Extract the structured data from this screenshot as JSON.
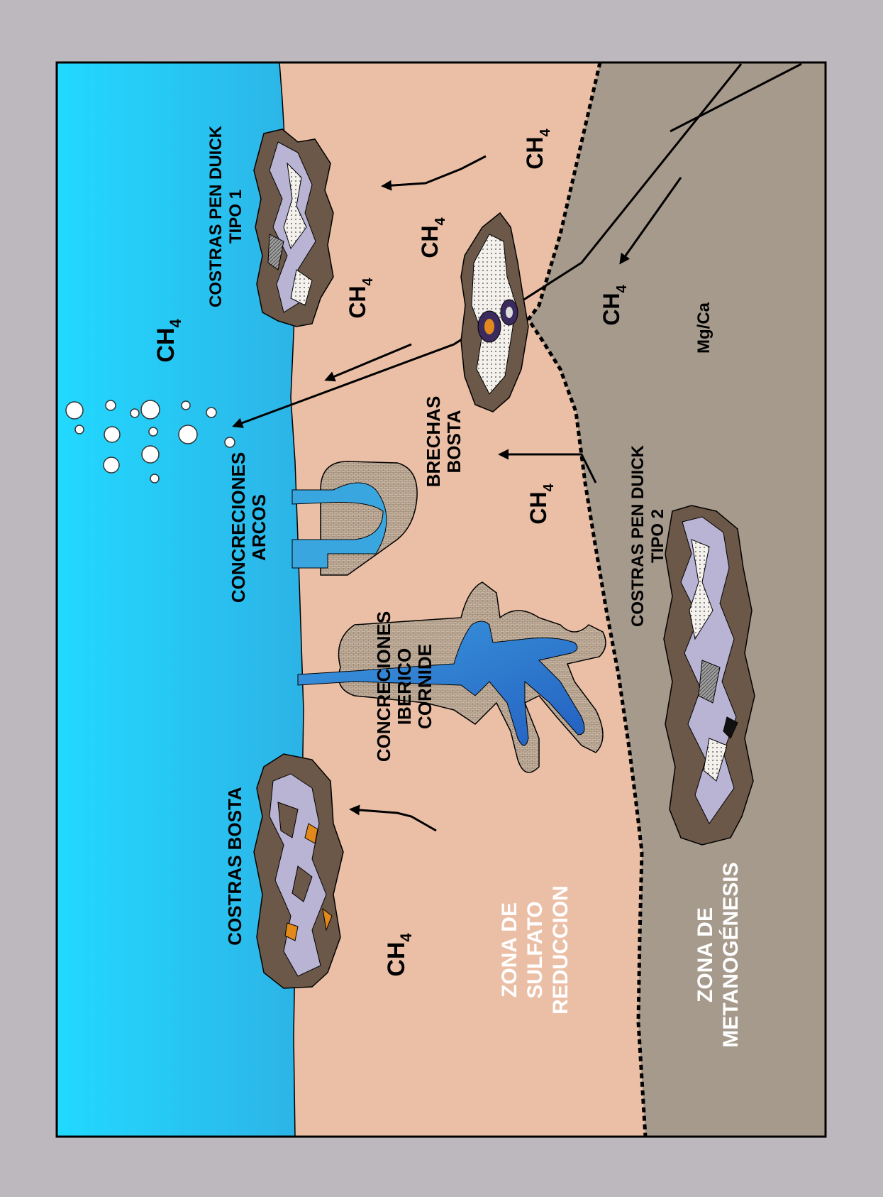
{
  "labels": {
    "costras_pen_duick_tipo1_line1": "COSTRAS PEN DUICK",
    "costras_pen_duick_tipo1_line2": "TIPO 1",
    "concreciones_arcos_line1": "CONCRECIONES",
    "concreciones_arcos_line2": "ARCOS",
    "concreciones_iberico_line1": "CONCRECIONES",
    "concreciones_iberico_line2": "IBERICO",
    "concreciones_iberico_line3": "CORNIDE",
    "costras_bosta": "COSTRAS BOSTA",
    "brechas_bosta_line1": "BRECHAS",
    "brechas_bosta_line2": "BOSTA",
    "costras_pen_duick_tipo2_line1": "COSTRAS PEN DUICK",
    "costras_pen_duick_tipo2_line2": "TIPO 2",
    "zona_sulfato_line1": "ZONA DE",
    "zona_sulfato_line2": "SULFATO",
    "zona_sulfato_line3": "REDUCCION",
    "zona_metanogenesis_line1": "ZONA DE",
    "zona_metanogenesis_line2": "METANOGÉNESIS",
    "mg_ca": "Mg/Ca",
    "ch4_base": "CH",
    "ch4_sub": "4"
  },
  "colors": {
    "background": "#bcb8bd",
    "water_light": "#1ad6ff",
    "water_dark": "#2aaede",
    "sediment": "#ebbfa6",
    "methanogenesis": "#a69a8c",
    "crust": "#6b5848",
    "crust_light": "#b9b3d4",
    "concretion": "#c6b19d",
    "channel": "#2f7fd0",
    "white_text": "#ffffff",
    "black": "#000000"
  }
}
